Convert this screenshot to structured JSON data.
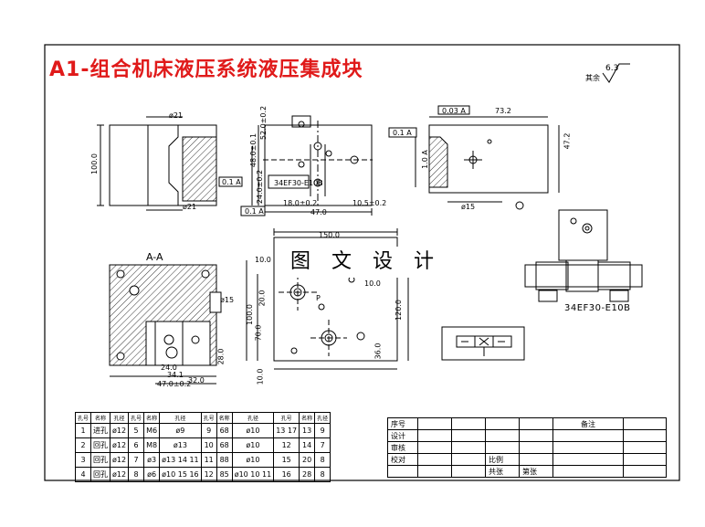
{
  "title": "A1-组合机床液压系统液压集成块",
  "watermark": "图 文 设 计",
  "surface_finish": {
    "label": "其余",
    "value": "6.3"
  },
  "section_label": "A-A",
  "valve_model": "34EF30-E10B",
  "views": {
    "front": {
      "dims": [
        "ø21",
        "100.0",
        "0.1 A",
        "ø21"
      ]
    },
    "side": {
      "dims": [
        "52.0±0.2",
        "48.0±0.1",
        "24.0±0.2",
        "34EF30-E10B",
        "18.0±0.2",
        "47.0",
        "10.5±0.2",
        "0.1 A",
        "0.1 A"
      ]
    },
    "right": {
      "dims": [
        "0.03 A",
        "73.2",
        "47.2",
        "1.0 A",
        "ø15"
      ]
    },
    "top": {
      "dims": [
        "150.0",
        "10.0",
        "10.0",
        "100.0",
        "70.0",
        "20.0",
        "10.0",
        "120.0",
        "36.0",
        "P"
      ]
    },
    "section": {
      "dims": [
        "24.0",
        "34.1",
        "ø15",
        "47.0±0.2",
        "32.0",
        "28.0"
      ]
    }
  },
  "parts_table": {
    "headers": [
      "孔号",
      "名称",
      "孔径",
      "孔号",
      "名称",
      "孔径",
      "孔号",
      "名称",
      "孔径",
      "孔号",
      "名称",
      "孔径"
    ],
    "rows": [
      [
        "1",
        "进孔",
        "ø12",
        "5",
        "M6",
        "ø9",
        "9",
        "68",
        "ø10",
        "13 17",
        "13",
        "9"
      ],
      [
        "2",
        "回孔",
        "ø12",
        "6",
        "M8",
        "ø13",
        "10",
        "68",
        "ø10",
        "12",
        "14",
        "7"
      ],
      [
        "3",
        "回孔",
        "ø12",
        "7",
        "ø3",
        "ø13 14 11",
        "11",
        "88",
        "ø10",
        "15",
        "20",
        "8"
      ],
      [
        "4",
        "回孔",
        "ø12",
        "8",
        "ø6",
        "ø10 15 16",
        "12",
        "85",
        "ø10 10 11",
        "16",
        "28",
        "8"
      ]
    ]
  },
  "title_block": {
    "rows": [
      [
        "序号",
        "",
        "",
        "",
        "",
        "备注",
        ""
      ],
      [
        "设计",
        "",
        "",
        "",
        "",
        "",
        ""
      ],
      [
        "审核",
        "",
        "",
        "",
        "",
        "",
        ""
      ],
      [
        "校对",
        "",
        "",
        "比例",
        "",
        "",
        ""
      ],
      [
        "",
        "",
        "",
        "共张",
        "第张",
        "",
        ""
      ]
    ]
  }
}
